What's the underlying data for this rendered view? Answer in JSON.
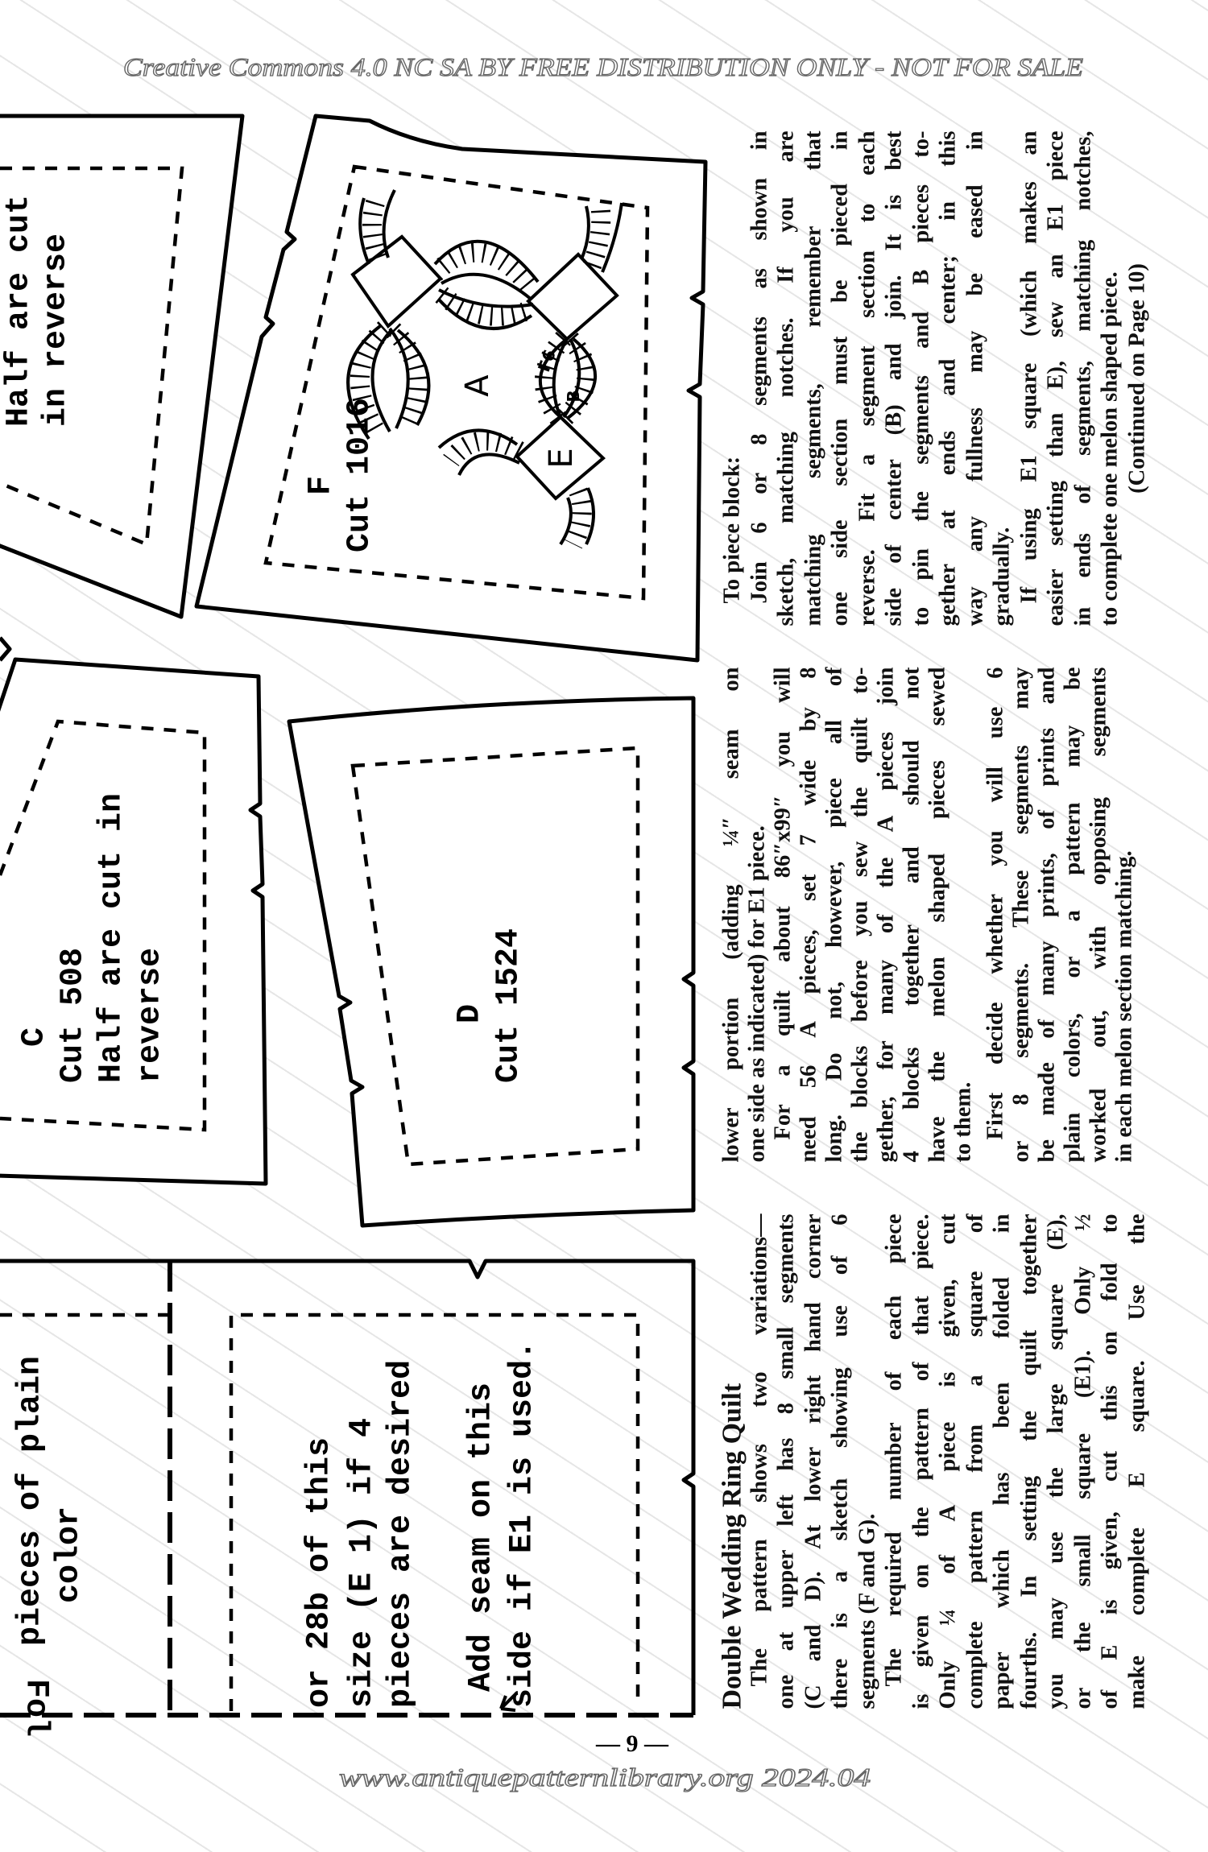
{
  "header": {
    "license": "Creative Commons 4.0 NC SA BY FREE DISTRIBUTION ONLY - NOT FOR SALE"
  },
  "footer": {
    "page_number": "— 9 —",
    "url": "www.antiquepatternlibrary.org 2024.04"
  },
  "pieces": {
    "top_left": {
      "lines": [
        "Half are cut",
        "in reverse"
      ]
    },
    "F": {
      "letter": "F",
      "cut": "Cut 1016",
      "sketch_labels": {
        "A": "A",
        "E": "E",
        "F6": "F6",
        "B": "B"
      }
    },
    "C": {
      "letter": "C",
      "lines": [
        "Cut 508",
        "Half are cut in",
        "reverse"
      ]
    },
    "D": {
      "letter": "D",
      "cut": "Cut 1524"
    },
    "bottom_left": {
      "lines": [
        "pieces of plain",
        "color"
      ],
      "fold": "Fol"
    },
    "E1": {
      "lines": [
        "or 28b of this",
        "size (E 1) if 4",
        "pieces are desired",
        "Add seam on this",
        "side if E1 is used."
      ]
    }
  },
  "columns": [
    {
      "title": "Double Wedding Ring Quilt",
      "paragraphs": [
        {
          "indent": true,
          "end": true,
          "lines": [
            "The pattern shows two variations—",
            "one at upper left has 8 small segments",
            "(C and D). At lower right hand corner",
            "there is a sketch showing use of 6",
            "segments (F and G)."
          ]
        },
        {
          "indent": true,
          "end": false,
          "lines": [
            "The required number of each piece",
            "is given on the pattern of that piece.",
            "Only ¼ of A piece is given, cut",
            "complete pattern from a square of",
            "paper which has been folded in",
            "fourths. In setting the quilt together",
            "you may use the large square (E),",
            "or the small square (E1). Only ½",
            "of E is given, cut this on fold to",
            "make complete E square. Use the"
          ]
        }
      ]
    },
    {
      "paragraphs": [
        {
          "indent": false,
          "end": true,
          "lines": [
            "lower portion (adding ¼″ seam on",
            "one side as indicated) for E1 piece."
          ]
        },
        {
          "indent": true,
          "end": true,
          "lines": [
            "For a quilt about 86″x99″ you will",
            "need 56 A pieces, set 7 wide by 8",
            "long.   Do not, however, piece all of",
            "the blocks before you sew the quilt to-",
            "gether, for many of the A pieces join",
            "4 blocks together and should not",
            "have the melon shaped pieces sewed",
            "to them."
          ]
        },
        {
          "indent": true,
          "end": true,
          "gap": true,
          "lines": [
            "First decide whether you will use 6",
            "or 8 segments. These segments may",
            "be made of many prints, of prints and",
            "plain colors, or a pattern may be",
            "worked out, with opposing segments",
            "in each melon section matching."
          ]
        }
      ]
    },
    {
      "paragraphs": [
        {
          "indent": true,
          "end": true,
          "lines": [
            "To piece block:"
          ]
        },
        {
          "indent": true,
          "end": true,
          "lines": [
            "Join 6 or 8 segments as shown in",
            "sketch, matching notches. If you are",
            "matching segments, remember that",
            "one side section must be pieced in",
            "reverse. Fit a segment section to each",
            "side of center (B) and join. It is best",
            "to pin the segments and B pieces to-",
            "gether at ends and center; in this",
            "way any fullness may be eased in",
            "gradually."
          ]
        },
        {
          "indent": true,
          "end": true,
          "lines": [
            "If using E1 square (which makes an",
            "easier setting than E), sew an E1 piece",
            "in ends of segments, matching notches,",
            "to complete one melon shaped piece."
          ]
        },
        {
          "center": true,
          "lines": [
            "(Continued on Page 10)"
          ]
        }
      ]
    }
  ]
}
